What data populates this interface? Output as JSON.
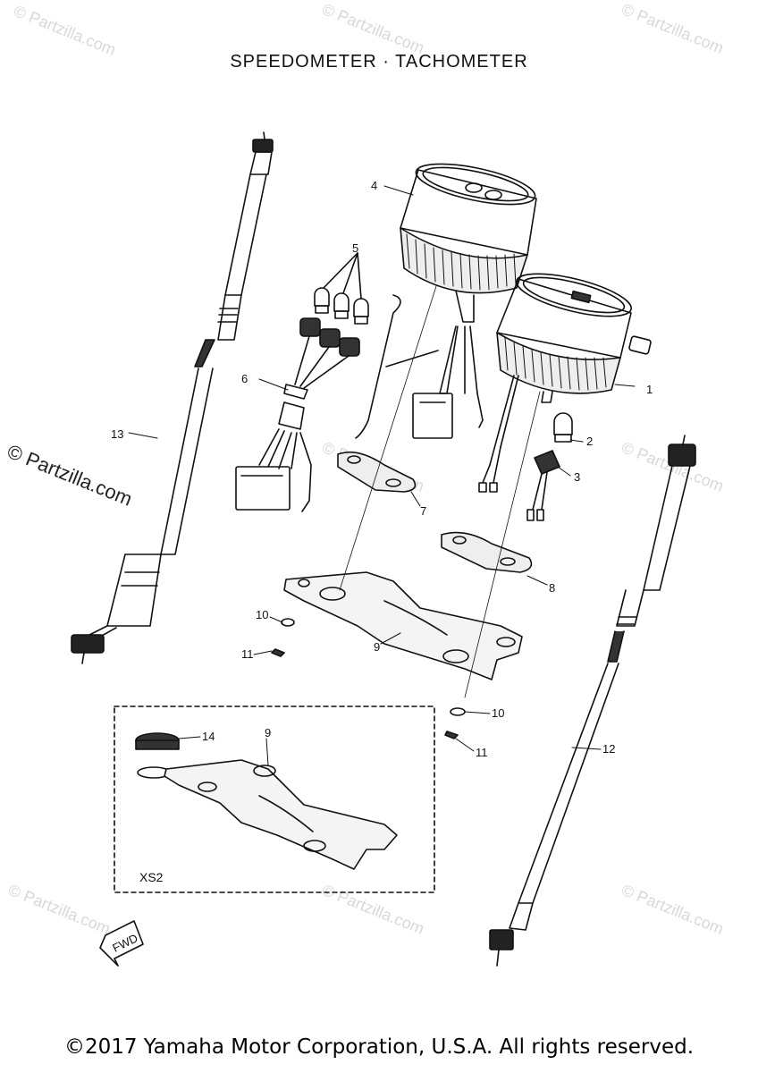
{
  "title": "SPEEDOMETER · TACHOMETER",
  "copyright": "©2017 Yamaha Motor Corporation, U.S.A. All rights reserved.",
  "watermark": "© Partzilla.com",
  "callouts": {
    "c1": "1",
    "c2": "2",
    "c3": "3",
    "c4": "4",
    "c5": "5",
    "c6": "6",
    "c7": "7",
    "c8": "8",
    "c9a": "9",
    "c9b": "9",
    "c10a": "10",
    "c10b": "10",
    "c11a": "11",
    "c11b": "11",
    "c12": "12",
    "c13": "13",
    "c14": "14"
  },
  "inset_label": "XS2",
  "fwd_label": "FWD"
}
